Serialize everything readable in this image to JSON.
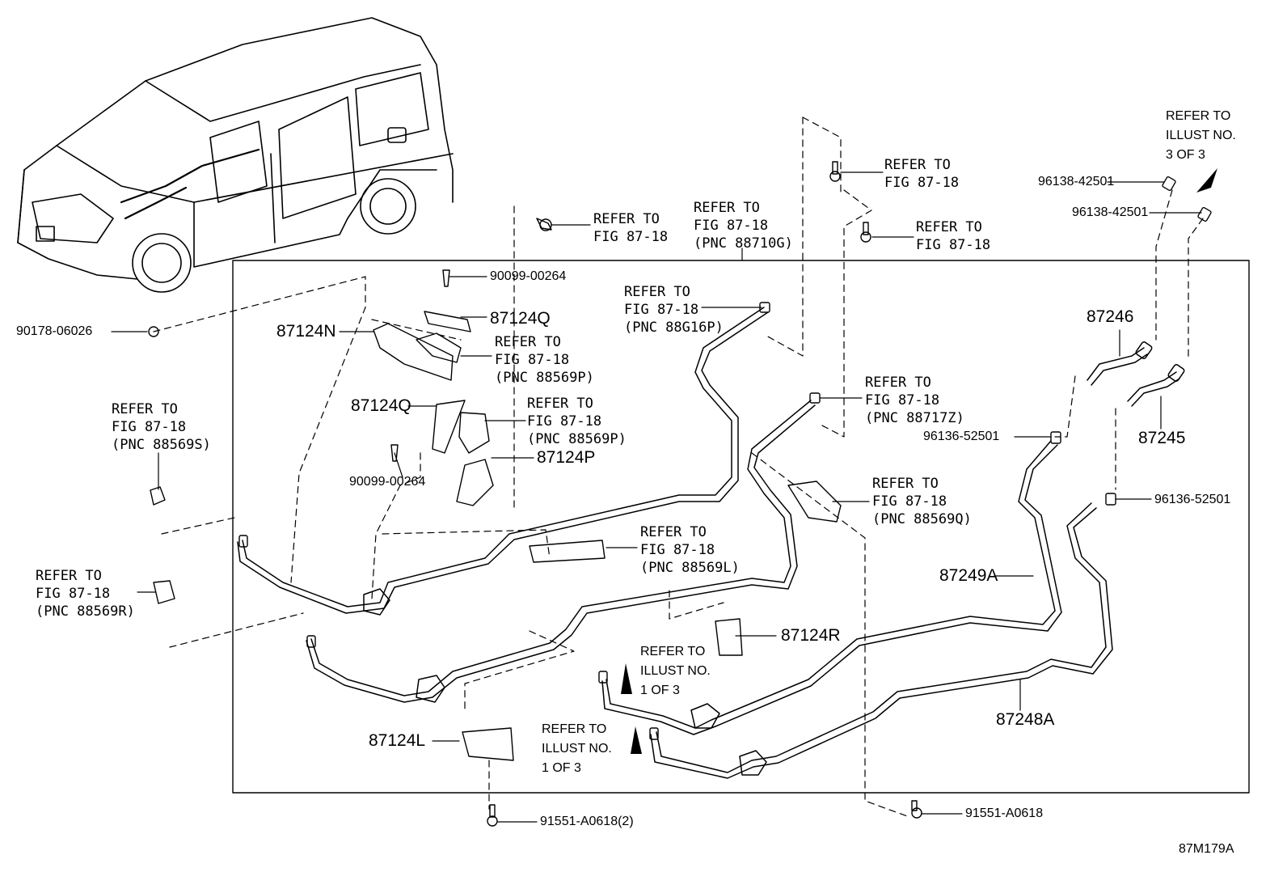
{
  "diagram_code": "87M179A",
  "refer_to_fig": "REFER TO\nFIG 87-18",
  "refer_pnc_88710G": "REFER TO\nFIG 87-18\n(PNC 88710G)",
  "refer_pnc_88G16P": "REFER TO\nFIG 87-18\n(PNC 88G16P)",
  "refer_pnc_88569P": "REFER TO\nFIG 87-18\n(PNC 88569P)",
  "refer_pnc_88569S": "REFER TO\nFIG 87-18\n(PNC 88569S)",
  "refer_pnc_88569R": "REFER TO\nFIG 87-18\n(PNC 88569R)",
  "refer_pnc_88717Z": "REFER TO\nFIG 87-18\n(PNC 88717Z)",
  "refer_pnc_88569Q": "REFER TO\nFIG 87-18\n(PNC 88569Q)",
  "refer_pnc_88569L": "REFER TO\nFIG 87-18\n(PNC 88569L)",
  "refer_illust_3": "REFER TO\nILLUST NO.\n3 OF 3",
  "refer_illust_1": "REFER TO\nILLUST NO.\n1 OF 3",
  "parts": {
    "p90099_00264": "90099-00264",
    "p87124Q": "87124Q",
    "p87124N": "87124N",
    "p90178_06026": "90178-06026",
    "p87124P": "87124P",
    "p87124R": "87124R",
    "p87124L": "87124L",
    "p91551_A0618_2": "91551-A0618(2)",
    "p91551_A0618": "91551-A0618",
    "p96138_42501": "96138-42501",
    "p87246": "87246",
    "p87245": "87245",
    "p96136_52501": "96136-52501",
    "p87249A": "87249A",
    "p87248A": "87248A"
  }
}
